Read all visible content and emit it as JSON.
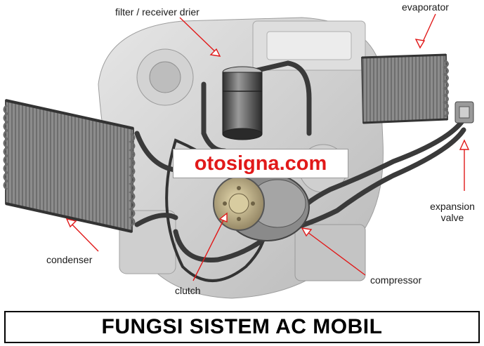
{
  "labels": {
    "filter_drier": "filter / receiver drier",
    "evaporator": "evaporator",
    "condenser": "condenser",
    "expansion_valve_line1": "expansion",
    "expansion_valve_line2": "valve",
    "clutch": "clutch",
    "compressor": "compressor"
  },
  "watermark": "otosigna.com",
  "banner": "FUNGSI SISTEM AC MOBIL",
  "colors": {
    "label_text": "#1a1a1a",
    "arrow": "#e11919",
    "watermark_text": "#e11919",
    "engine": "#c8c8c8",
    "pipe": "#3a3a3a",
    "coil": "#7a7a7a"
  }
}
